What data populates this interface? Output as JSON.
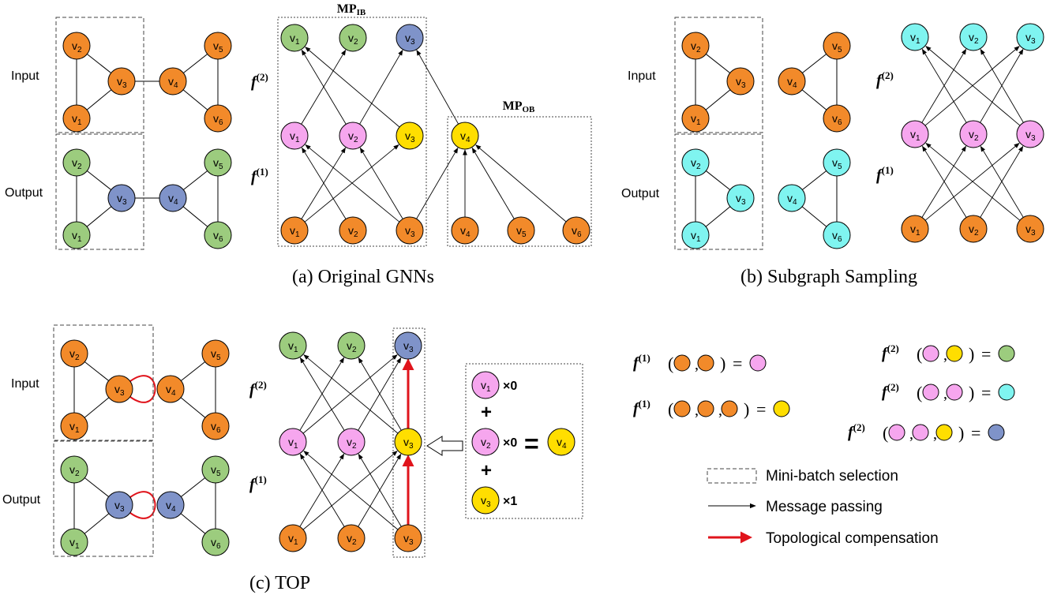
{
  "colors": {
    "orange": "#f28a2a",
    "green": "#9ccc7e",
    "blue": "#7f93c9",
    "pink": "#f6a6ee",
    "yellow": "#ffde00",
    "cyan": "#7ff4f0",
    "red": "#e0141c",
    "stroke": "#000000"
  },
  "labels": {
    "input": "Input",
    "output": "Output",
    "f1": "f",
    "f1_sup": "(1)",
    "f2": "f",
    "f2_sup": "(2)",
    "mp_ib": "MP",
    "mp_ib_sub": "IB",
    "mp_ob": "MP",
    "mp_ob_sub": "OB",
    "node_v": "v",
    "n1": "1",
    "n2": "2",
    "n3": "3",
    "n4": "4",
    "n5": "5",
    "n6": "6"
  },
  "captions": {
    "a": "(a)  Original GNNs",
    "b": "(b)  Subgraph Sampling",
    "c": "(c)  TOP"
  },
  "compensation": {
    "times0_a": "×0",
    "times0_b": "×0",
    "times1": "×1",
    "plus": "+",
    "equals": "="
  },
  "equations": {
    "eq1_rhs": "=",
    "eq2_rhs": "=",
    "eq3_rhs": "=",
    "eq4_rhs": "=",
    "eq5_rhs": "=",
    "comma": ",",
    "open": "(",
    "close": ")"
  },
  "legend": {
    "minibatch": "Mini-batch selection",
    "message": "Message passing",
    "topo": "Topological compensation"
  }
}
